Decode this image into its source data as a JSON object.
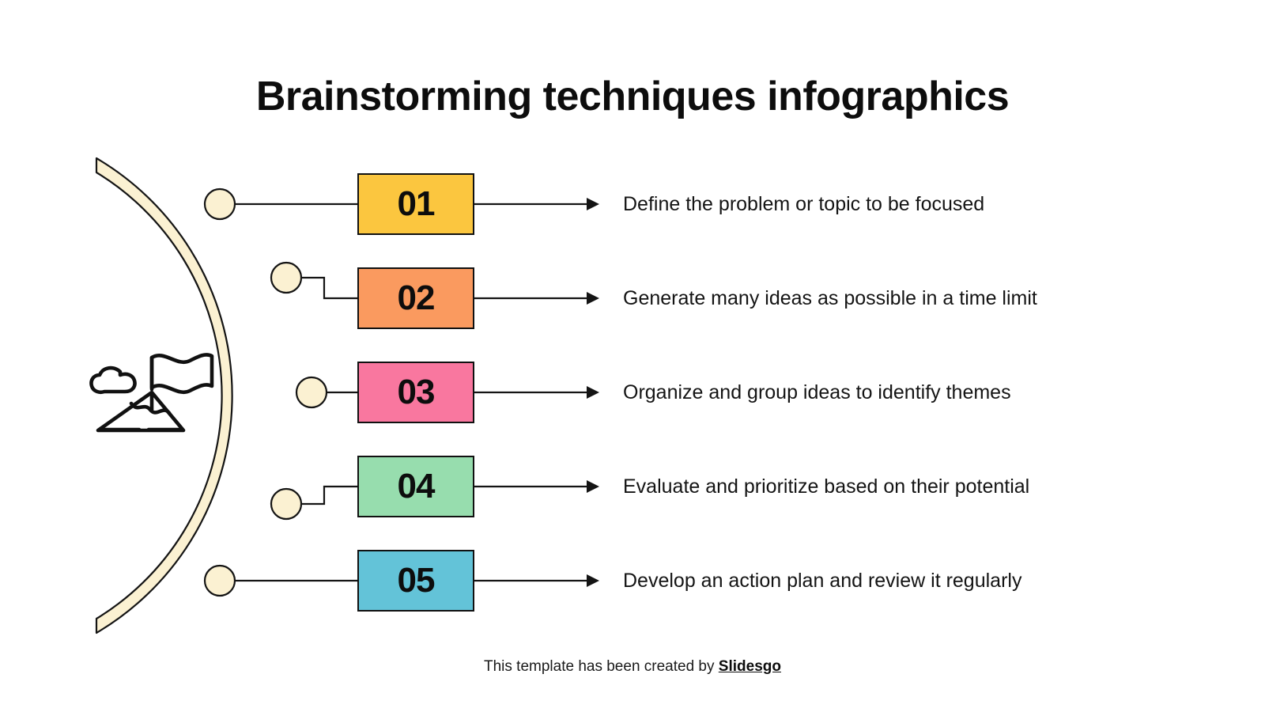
{
  "title": "Brainstorming techniques infographics",
  "colors": {
    "arc_band": "#FBF1D2",
    "arc_outline": "#141414",
    "node_fill": "#FBF1D2",
    "line": "#141414",
    "text": "#141414",
    "background": "#FFFFFF"
  },
  "icon": {
    "name": "mountain-flag-icon",
    "stroke": "#111111"
  },
  "steps": [
    {
      "number": "01",
      "description": "Define the problem or topic to be focused",
      "color": "#FBC63F",
      "connector": "straight"
    },
    {
      "number": "02",
      "description": "Generate many ideas as possible in a time limit",
      "color": "#FA9A5F",
      "connector": "step-down"
    },
    {
      "number": "03",
      "description": "Organize and group ideas to identify themes",
      "color": "#F9779F",
      "connector": "straight"
    },
    {
      "number": "04",
      "description": "Evaluate and prioritize based on their potential",
      "color": "#97DDAE",
      "connector": "step-up"
    },
    {
      "number": "05",
      "description": "Develop an action plan and review it regularly",
      "color": "#63C3D8",
      "connector": "straight"
    }
  ],
  "footer": {
    "prefix": "This template has been created by ",
    "brand": "Slidesgo"
  }
}
